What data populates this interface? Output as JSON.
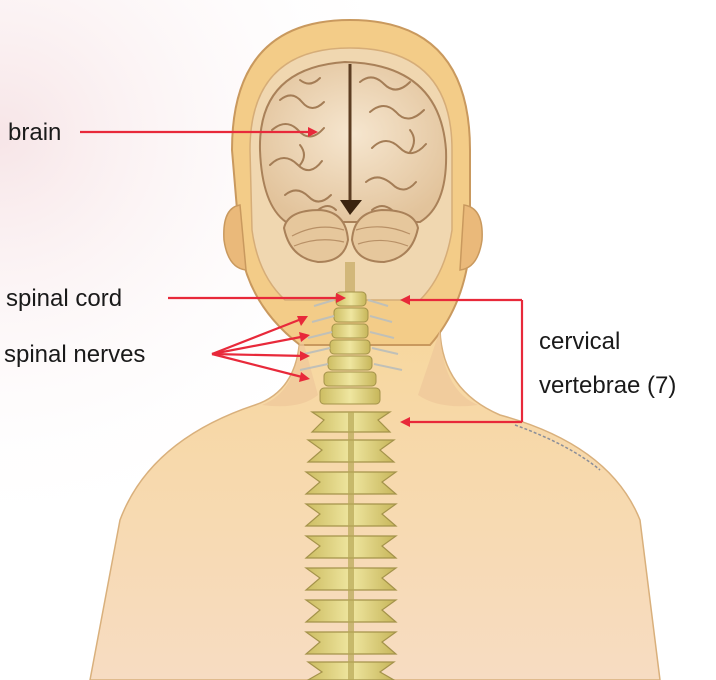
{
  "labels": {
    "brain": "brain",
    "spinal_cord": "spinal cord",
    "spinal_nerves": "spinal nerves",
    "cervical": "cervical",
    "vertebrae": "vertebrae (7)"
  },
  "colors": {
    "pointer": "#e8293a",
    "skin": "#f6d7a6",
    "skin_dark": "#e3b57e",
    "brain": "#f1dcc0",
    "brain_fold": "#b58c62",
    "bone": "#e3d98a",
    "bone_dark": "#b5a451",
    "background": "#ffffff"
  }
}
